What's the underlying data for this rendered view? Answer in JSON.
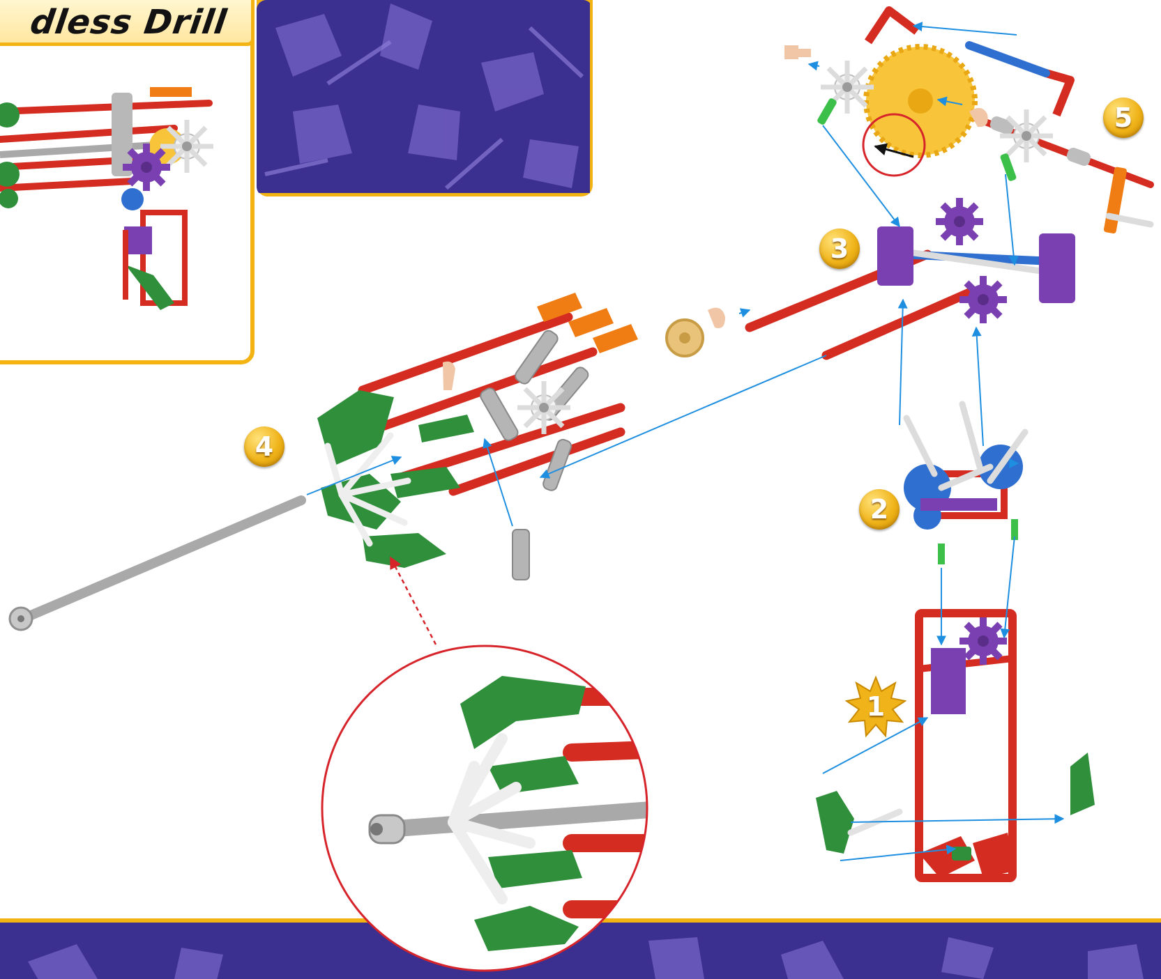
{
  "title": "dless Drill",
  "steps": [
    "1",
    "2",
    "3",
    "4",
    "5"
  ],
  "colors": {
    "navy_panel": "#3b2f8f",
    "panel_shapes": "#6f5dbf",
    "gold_border": "#f3b312",
    "rod_red": "#d42c21",
    "rod_gray": "#a9a9a9",
    "connector_green": "#2f8f3a",
    "connector_purple": "#7a3fb0",
    "connector_white": "#eeeeee",
    "connector_blue": "#2f6fd0",
    "connector_orange": "#f07d14",
    "gear_yellow": "#f7c43a",
    "arrow_blue": "#1e8fe0",
    "zoom_red": "#d6242a"
  },
  "icons": [
    "drill-icon",
    "gear-icon"
  ]
}
